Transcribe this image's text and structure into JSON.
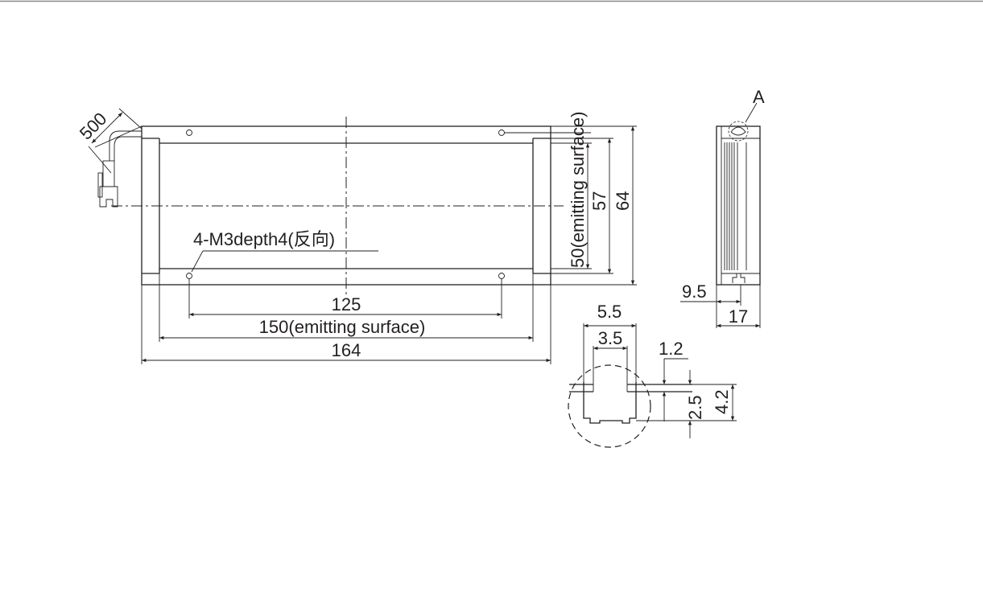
{
  "drawing": {
    "cable_length": "500",
    "hole_spacing": "125",
    "emitting_width": "150(emitting surface)",
    "overall_width": "164",
    "emitting_height": "50(emitting surface)",
    "inner_height": "57",
    "overall_height": "64",
    "screw_note": "4-M3depth4(反向)",
    "detail_label": "A",
    "side_offset": "9.5",
    "side_depth": "17",
    "detail": {
      "outer_width": "5.5",
      "slot_width": "3.5",
      "lip": "1.2",
      "slot_depth": "2.5",
      "total_depth": "4.2"
    }
  }
}
